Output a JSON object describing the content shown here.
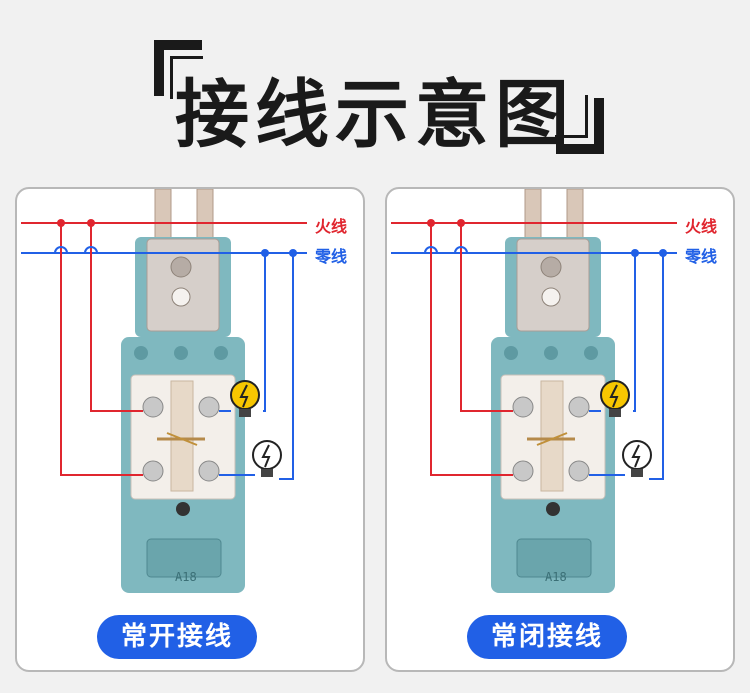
{
  "title": "接线示意图",
  "bracket_open": "「",
  "bracket_close": "」",
  "panels": [
    {
      "live_label": "火线",
      "neutral_label": "零线",
      "caption": "常开接线",
      "model_mark": "A18"
    },
    {
      "live_label": "火线",
      "neutral_label": "零线",
      "caption": "常闭接线",
      "model_mark": "A18"
    }
  ],
  "colors": {
    "live": "#e0262f",
    "neutral": "#2160e6",
    "caption_bg": "#2160e6",
    "switch_body": "#7fb8bf"
  },
  "icons": [
    "lightbulb-lit-icon",
    "lightbulb-off-icon"
  ]
}
